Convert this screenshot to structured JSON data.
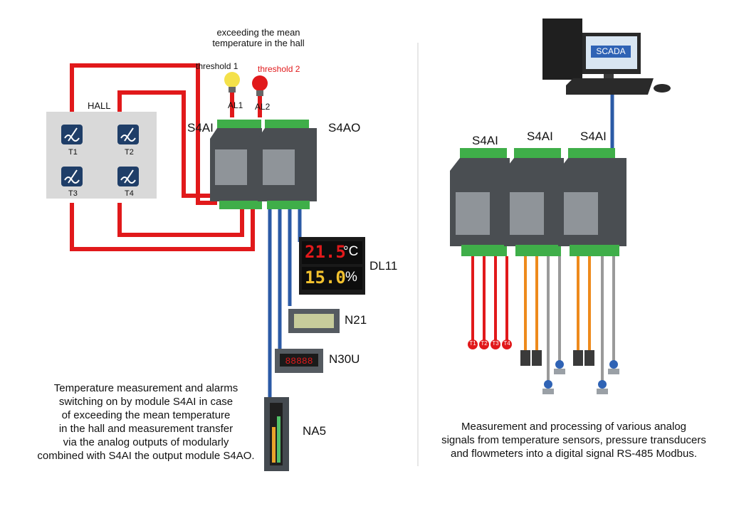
{
  "left": {
    "title_line1": "exceeding the mean",
    "title_line2": "temperature in the hall",
    "threshold1": "threshold 1",
    "threshold2": "threshold 2",
    "al1": "AL1",
    "al2": "AL2",
    "hall": "HALL",
    "sensors": [
      "T1",
      "T2",
      "T3",
      "T4"
    ],
    "module_s4ai": "S4AI",
    "module_s4ao": "S4AO",
    "dl11_value1": "21.5",
    "dl11_unit1": "°C",
    "dl11_value2": "15.0",
    "dl11_unit2": "%",
    "dl11": "DL11",
    "n21": "N21",
    "n30u": "N30U",
    "na5": "NA5",
    "caption": [
      "Temperature measurement and alarms",
      "switching on by module S4AI in case",
      "of exceeding the mean temperature",
      "in the hall and measurement transfer",
      "via the analog outputs of modularly",
      "combined with S4AI the output module S4AO."
    ]
  },
  "right": {
    "scada": "SCADA",
    "modules": [
      "S4AI",
      "S4AI",
      "S4AI"
    ],
    "sensor_tags": [
      "T1",
      "T2",
      "T3",
      "T4"
    ],
    "caption": [
      "Measurement and processing of various analog",
      "signals from temperature sensors, pressure transducers",
      "and flowmeters into a digital signal RS-485 Modbus."
    ]
  },
  "colors": {
    "red_wire": "#e1191b",
    "blue_wire": "#2b5aa6",
    "orange_wire": "#ee8a1c",
    "gray_wire": "#9a9a9a",
    "module": "#4a4e52",
    "terminal": "#3fae49"
  }
}
